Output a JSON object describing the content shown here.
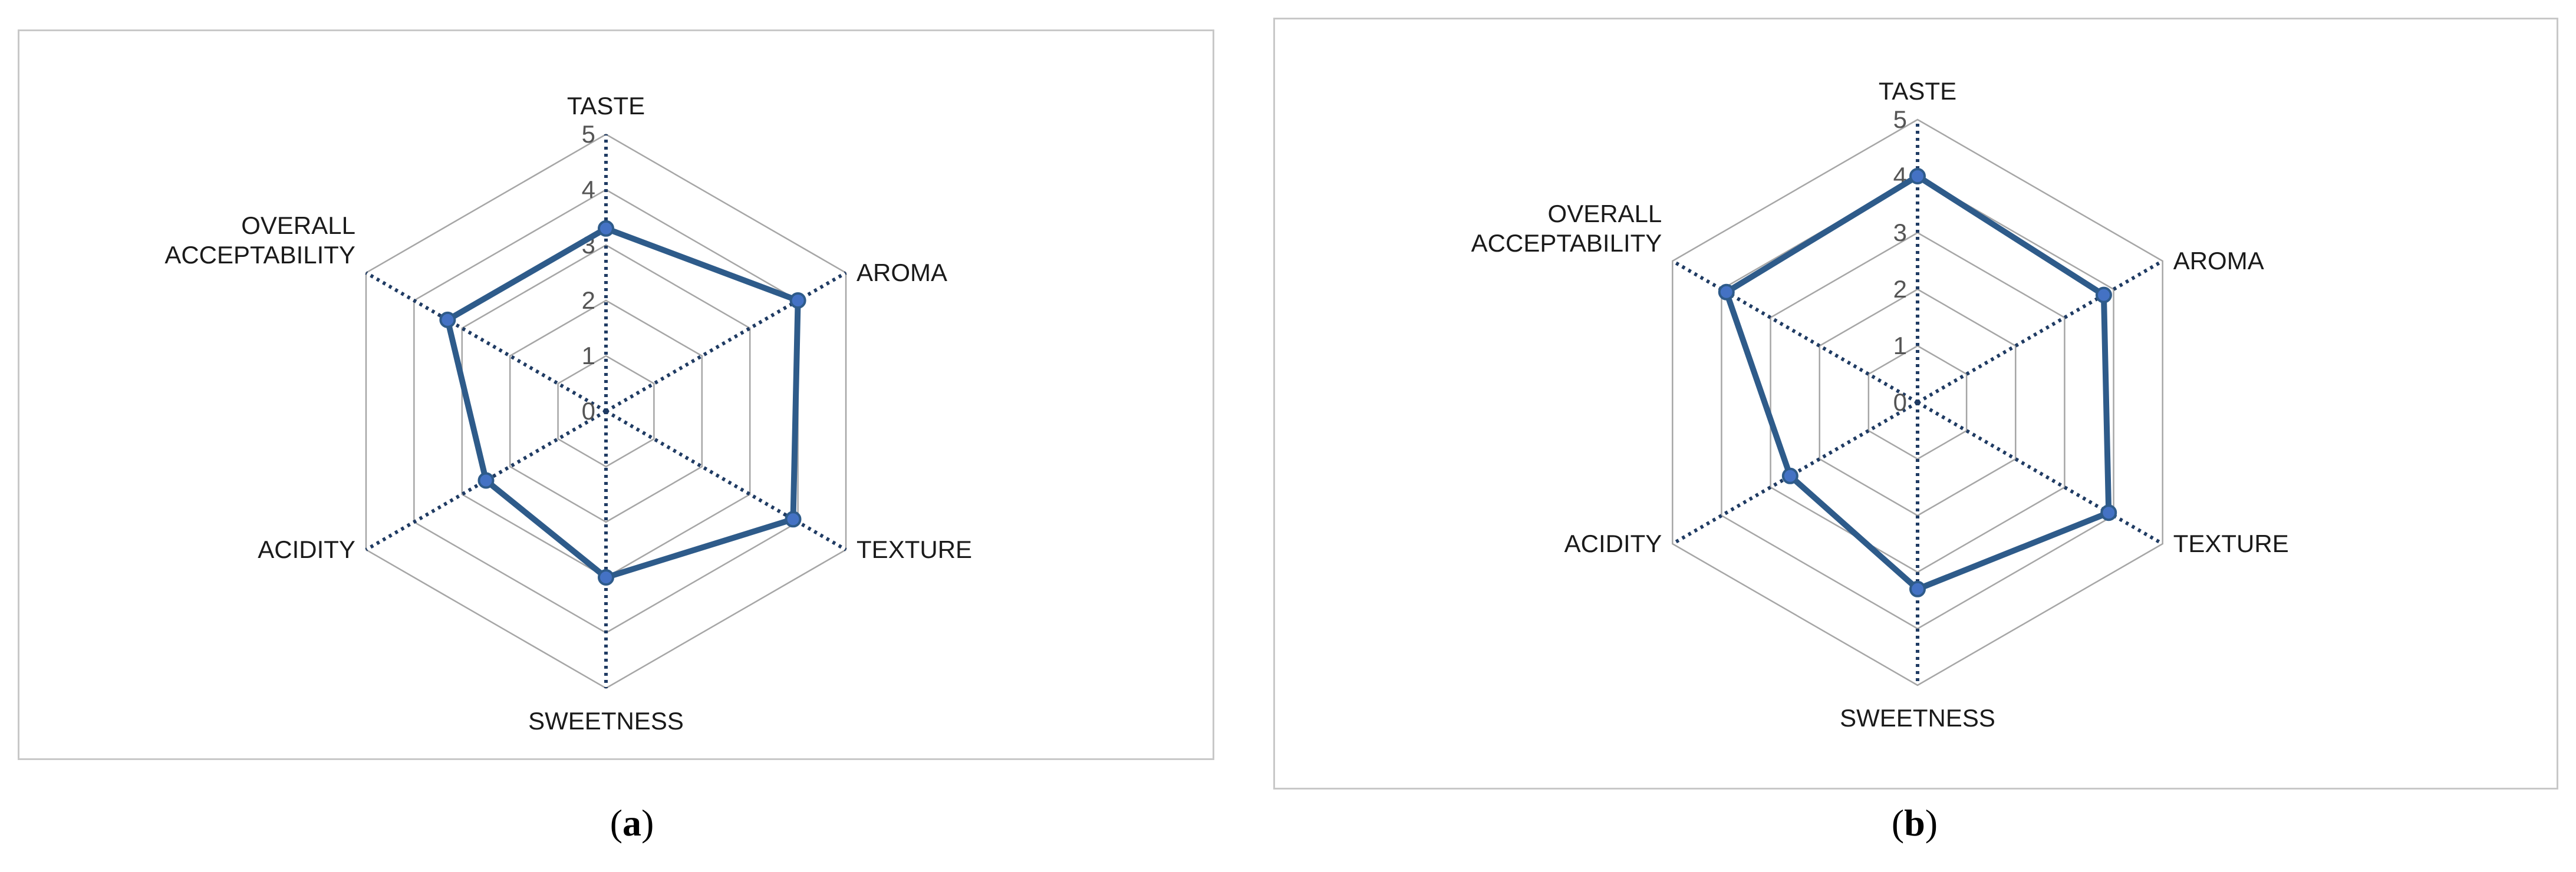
{
  "chart_data": [
    {
      "type": "radar",
      "panel_label": "a",
      "axes": [
        "TASTE",
        "AROMA",
        "TEXTURE",
        "SWEETNESS",
        "ACIDITY",
        "OVERALL ACCEPTABILITY"
      ],
      "ticks": [
        "0",
        "1",
        "2",
        "3",
        "4",
        "5"
      ],
      "rlim": [
        0,
        5
      ],
      "series": [
        {
          "values": [
            3.3,
            4.0,
            3.9,
            3.0,
            2.5,
            3.3
          ]
        }
      ],
      "grid": true,
      "legend": false
    },
    {
      "type": "radar",
      "panel_label": "b",
      "axes": [
        "TASTE",
        "AROMA",
        "TEXTURE",
        "SWEETNESS",
        "ACIDITY",
        "OVERALL ACCEPTABILITY"
      ],
      "ticks": [
        "0",
        "1",
        "2",
        "3",
        "4",
        "5"
      ],
      "rlim": [
        0,
        5
      ],
      "series": [
        {
          "values": [
            4.0,
            3.8,
            3.9,
            3.3,
            2.6,
            3.9
          ]
        }
      ],
      "grid": true,
      "legend": false
    }
  ],
  "colors": {
    "series": "#2e5b8a",
    "marker_fill": "#4472c4",
    "axis": "#1f3b63",
    "grid": "#a6a6a6"
  }
}
